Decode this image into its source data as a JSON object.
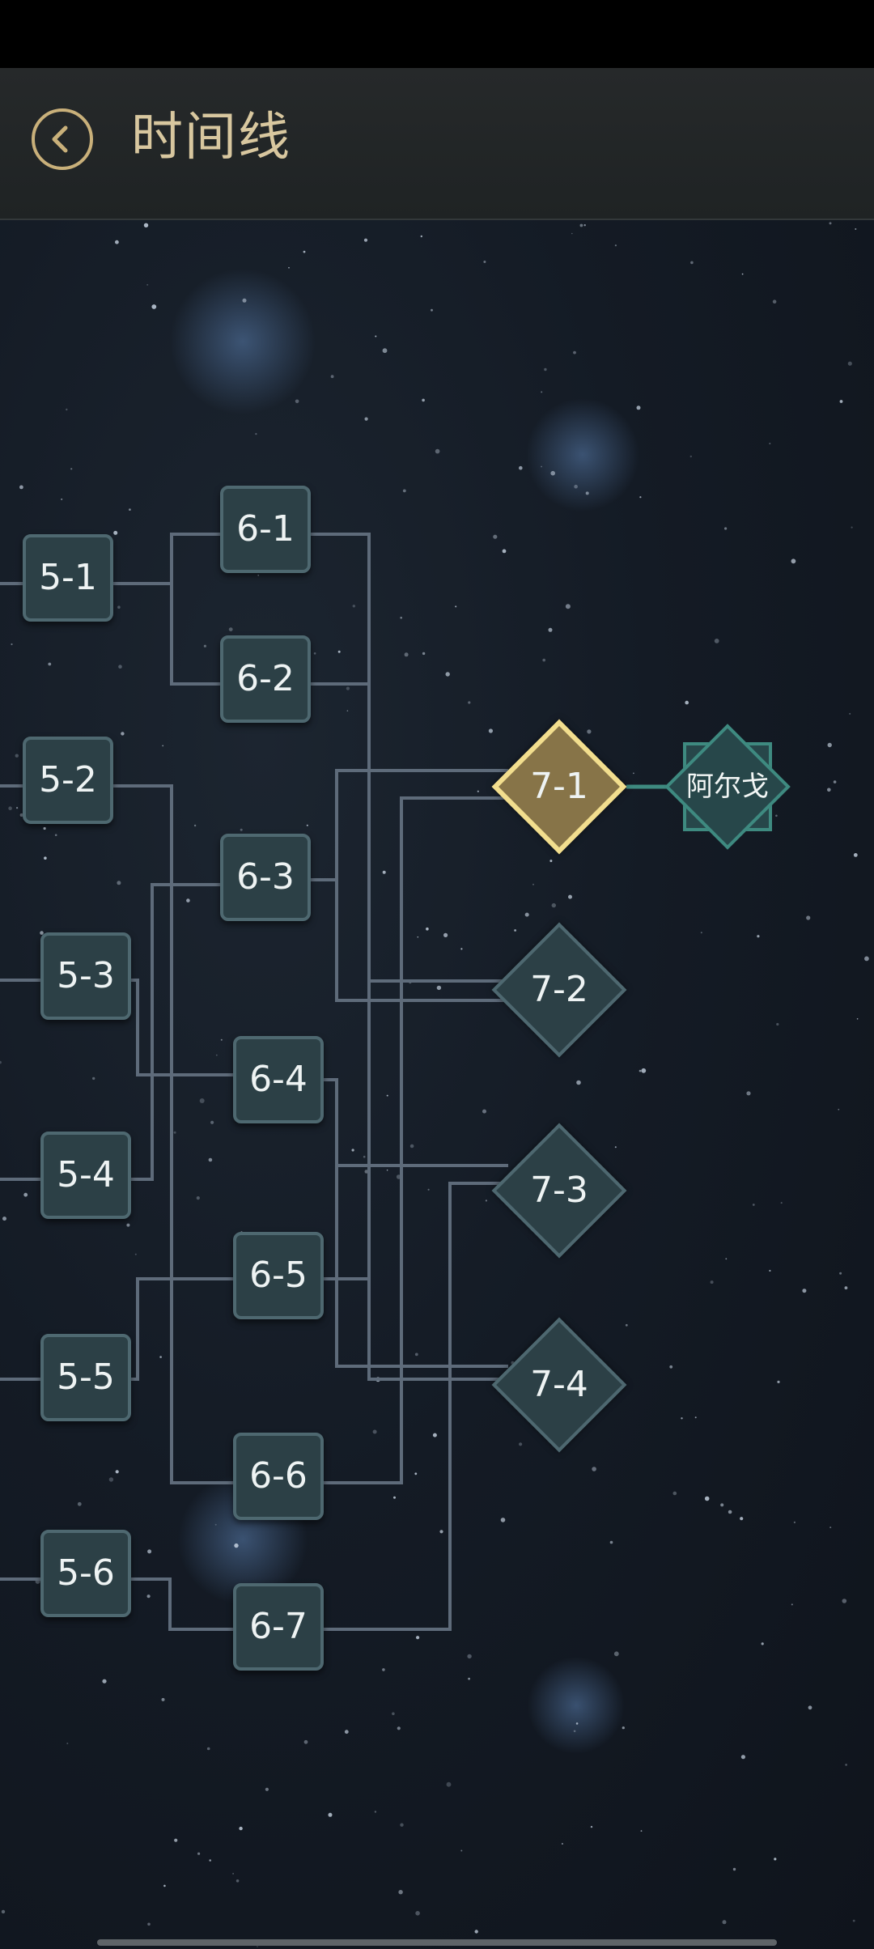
{
  "header": {
    "title": "时间线"
  },
  "icons": {
    "back": "chevron-left-icon"
  },
  "colors": {
    "accent": "#c9b07a",
    "node_fill": "#2c4046",
    "node_border": "#4e6870",
    "selected_fill": "#877448",
    "selected_border": "#f2de8e",
    "ending_fill": "#27474a",
    "ending_border": "#3e8a80",
    "line": "#5e6b7a"
  },
  "timeline": {
    "chapter5": [
      "5-1",
      "5-2",
      "5-3",
      "5-4",
      "5-5",
      "5-6"
    ],
    "chapter6": [
      "6-1",
      "6-2",
      "6-3",
      "6-4",
      "6-5",
      "6-6",
      "6-7"
    ],
    "chapter7": [
      "7-1",
      "7-2",
      "7-3",
      "7-4"
    ],
    "selected": "7-1",
    "ending": "阿尔戈"
  }
}
